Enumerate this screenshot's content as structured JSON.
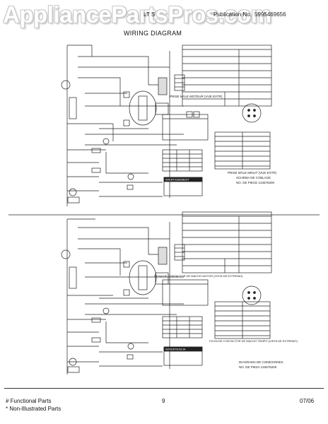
{
  "watermark": "AppliancePartsPros.com",
  "header": {
    "model_prefix": "LT S",
    "publication_label": "Publication No.",
    "publication_no": "5995469656"
  },
  "title": "WIRING DIAGRAM",
  "upper": {
    "harness_label_top_right": "SCHÉMA DE CÂBLAGE",
    "harness_part_no": "NO. DE PIECE  134576200",
    "motor_plug_label": "PRISE MÂLE MOTEUR (VUE EXTR)",
    "timer_plug_label": "PRISE MÂLE MINUT (VUE EXTR)",
    "warning_label": "AVERTISSEMENT"
  },
  "lower": {
    "harness_label": "DIAGRAMA DE CONEXIONES",
    "harness_part_no": "NO. DE PIEZA 134576200",
    "motor_plug_label": "FICHA DE CONTACTOR DE MACHO MOTOR (VISTA DE EXTREMO)",
    "timer_plug_label": "FICHA DE CONTACTOR DE MACHO TEMPO (VISTA DE EXTREMO)",
    "warning_label": "ADVERTENCIA"
  },
  "footer": {
    "functional_parts": "# Functional Parts",
    "non_illustrated": "* Non-Illustrated Parts",
    "page_number": "9",
    "date": "07/06"
  }
}
